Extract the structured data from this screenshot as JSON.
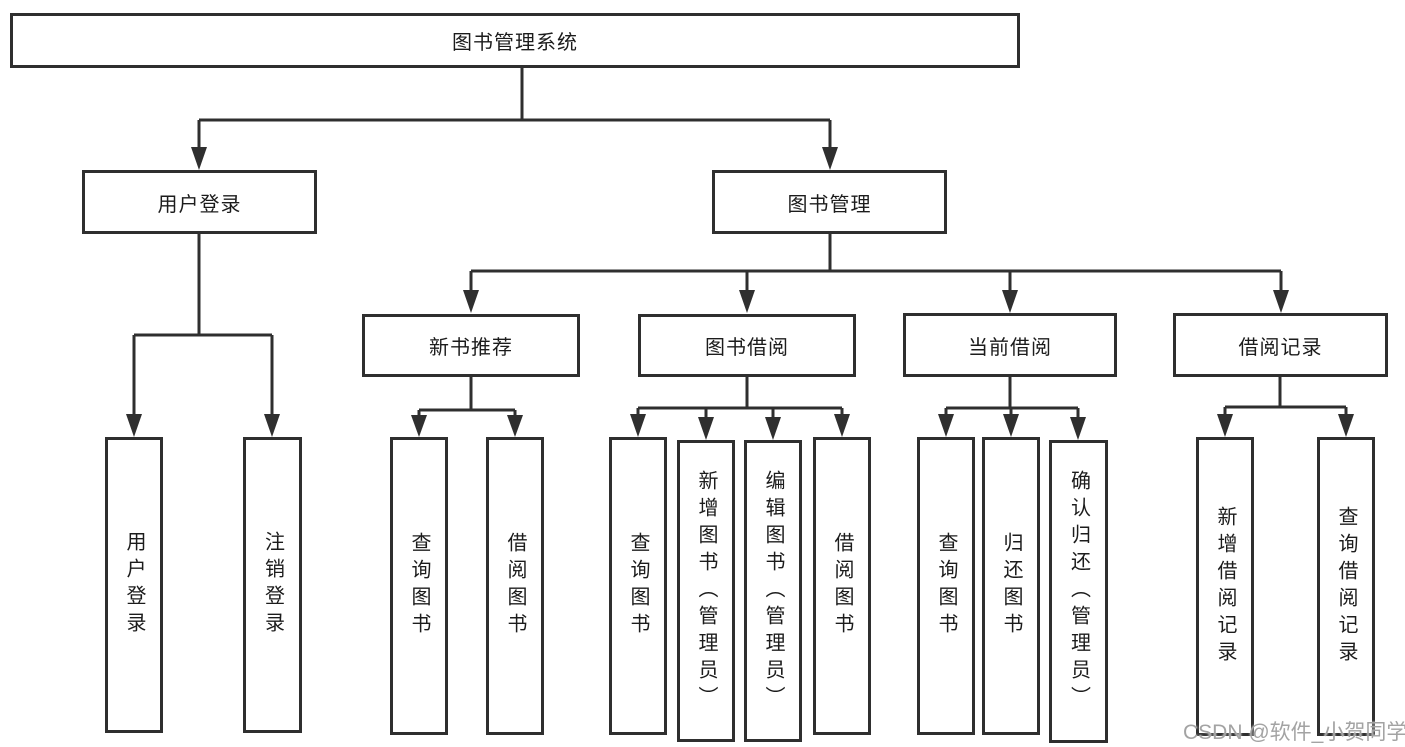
{
  "nodes": {
    "root": "图书管理系统",
    "user_login": "用户登录",
    "book_mgmt": "图书管理",
    "new_book_rec": "新书推荐",
    "book_borrow": "图书借阅",
    "current_borrow": "当前借阅",
    "borrow_records": "借阅记录",
    "leaf_user_login": "用户登录",
    "leaf_logout": "注销登录",
    "leaf_nbr_query": "查询图书",
    "leaf_nbr_borrow": "借阅图书",
    "leaf_bb_query": "查询图书",
    "leaf_bb_add": "新增图书（管理员）",
    "leaf_bb_edit": "编辑图书（管理员）",
    "leaf_bb_borrow": "借阅图书",
    "leaf_cb_query": "查询图书",
    "leaf_cb_return": "归还图书",
    "leaf_cb_confirm": "确认归还（管理员）",
    "leaf_br_add": "新增借阅记录",
    "leaf_br_query": "查询借阅记录"
  },
  "watermark": "CSDN @软件_小贺同学",
  "colors": {
    "line": "#2f2f2f",
    "text": "#1c1c1c",
    "background": "#ffffff",
    "watermark": "#a3a3a3"
  }
}
